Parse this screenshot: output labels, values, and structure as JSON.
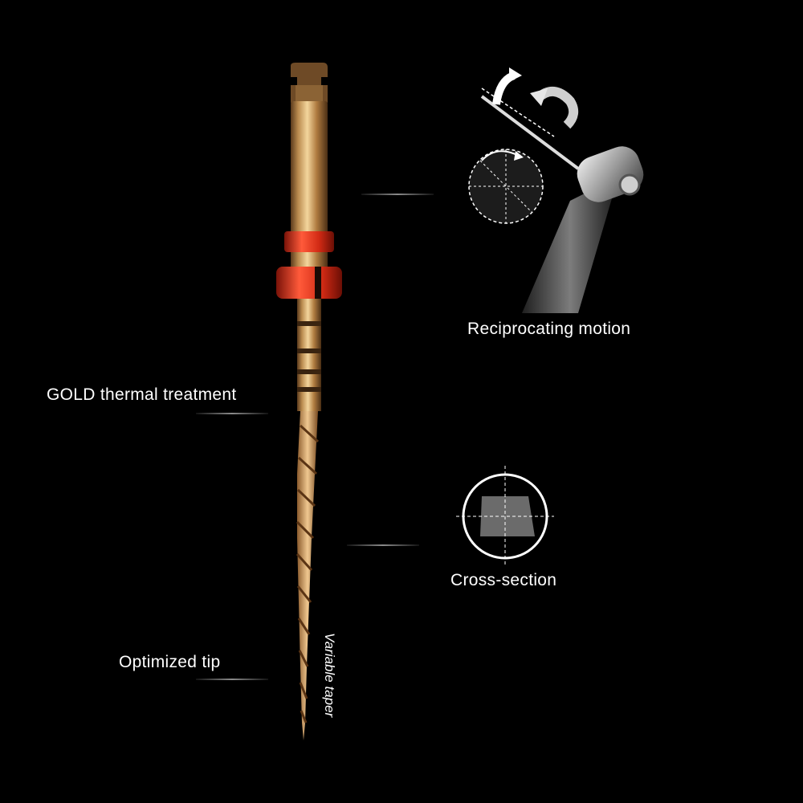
{
  "labels": {
    "reciprocating": "Reciprocating motion",
    "gold": "GOLD thermal treatment",
    "cross_section": "Cross-section",
    "tip": "Optimized tip",
    "taper": "Variable taper"
  },
  "colors": {
    "background": "#000000",
    "gold": "#c8925a",
    "ring": "#e0351f",
    "text": "#ffffff"
  },
  "icons": {
    "file": "endodontic-file-icon",
    "handpiece": "handpiece-rotation-icon",
    "cross_section": "cross-section-icon"
  }
}
